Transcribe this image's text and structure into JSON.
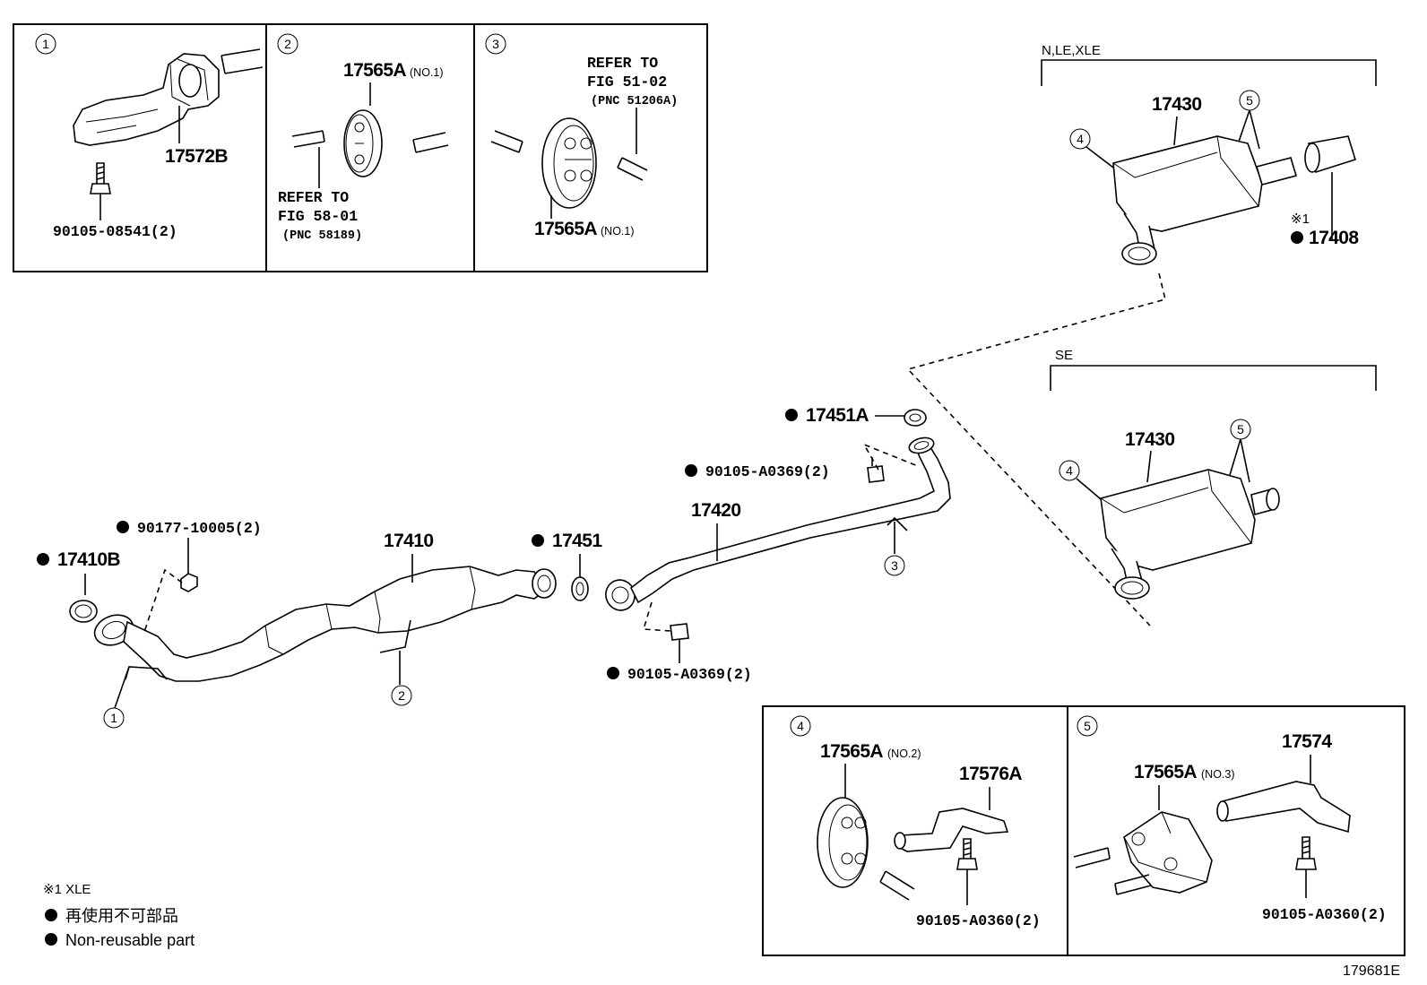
{
  "detail_boxes": [
    {
      "circle": "1",
      "parts": [
        "17572B",
        "90105-08541(2)"
      ]
    },
    {
      "circle": "2",
      "parts": [
        "17565A",
        "(NO.1)"
      ],
      "ref": [
        "REFER TO",
        "FIG 58-01",
        "(PNC 58189)"
      ]
    },
    {
      "circle": "3",
      "parts": [
        "17565A",
        "(NO.1)"
      ],
      "ref": [
        "REFER TO",
        "FIG 51-02",
        "(PNC 51206A)"
      ]
    },
    {
      "circle": "4",
      "parts": [
        "17565A",
        "(NO.2)",
        "17576A",
        "90105-A0360(2)"
      ]
    },
    {
      "circle": "5",
      "parts": [
        "17565A",
        "(NO.3)",
        "17574",
        "90105-A0360(2)"
      ]
    }
  ],
  "variants": {
    "top": {
      "label": "N,LE,XLE",
      "muffler": "17430",
      "tail": "17408",
      "note_mark": "※1",
      "circle_a": "4",
      "circle_b": "5"
    },
    "se": {
      "label": "SE",
      "muffler": "17430",
      "circle_a": "4",
      "circle_b": "5"
    }
  },
  "main": {
    "gasket_front": "17410B",
    "nut": "90177-10005(2)",
    "front_pipe": "17410",
    "gasket_mid": "17451",
    "center_pipe": "17420",
    "bolt_front": "90105-A0369(2)",
    "bolt_rear": "90105-A0369(2)",
    "gasket_rear": "17451A",
    "circles": {
      "c1": "1",
      "c2": "2",
      "c3": "3"
    }
  },
  "legend": {
    "note": "※1 XLE",
    "nonreuse_jp": "再使用不可部品",
    "nonreuse_en": "Non-reusable part",
    "dot": "●"
  },
  "figure_id": "179681E"
}
